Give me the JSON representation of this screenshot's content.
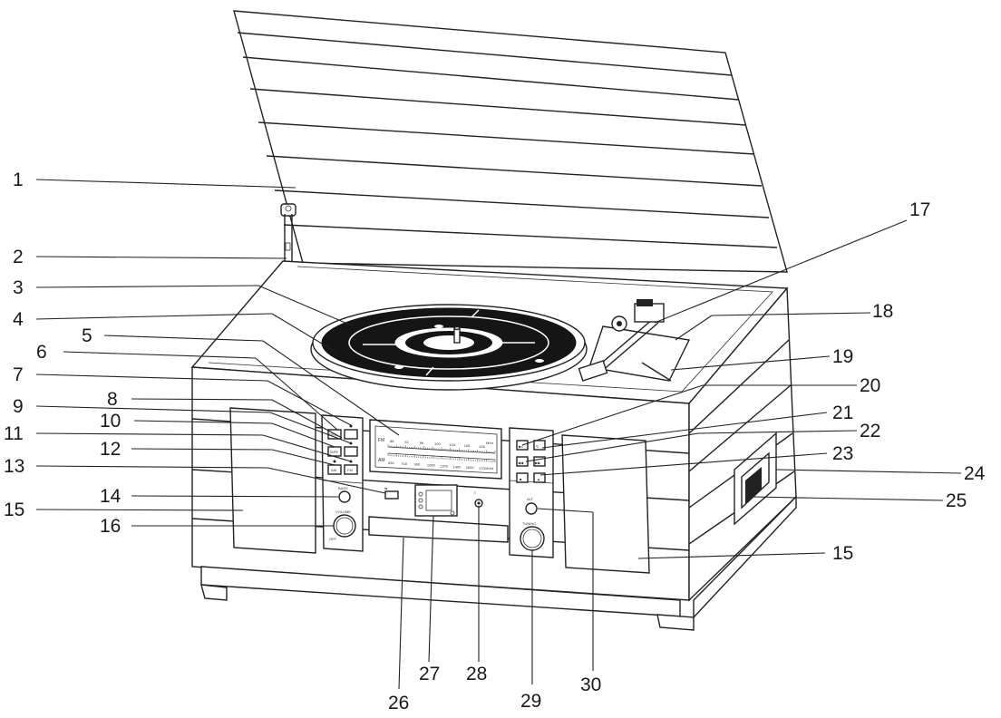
{
  "callouts": [
    {
      "id": "1",
      "label": "1"
    },
    {
      "id": "2",
      "label": "2"
    },
    {
      "id": "3",
      "label": "3"
    },
    {
      "id": "4",
      "label": "4"
    },
    {
      "id": "5",
      "label": "5"
    },
    {
      "id": "6",
      "label": "6"
    },
    {
      "id": "7",
      "label": "7"
    },
    {
      "id": "8",
      "label": "8"
    },
    {
      "id": "9",
      "label": "9"
    },
    {
      "id": "10",
      "label": "10"
    },
    {
      "id": "11",
      "label": "11"
    },
    {
      "id": "12",
      "label": "12"
    },
    {
      "id": "13",
      "label": "13"
    },
    {
      "id": "14",
      "label": "14"
    },
    {
      "id": "15a",
      "label": "15"
    },
    {
      "id": "15b",
      "label": "15"
    },
    {
      "id": "16",
      "label": "16"
    },
    {
      "id": "17",
      "label": "17"
    },
    {
      "id": "18",
      "label": "18"
    },
    {
      "id": "19",
      "label": "19"
    },
    {
      "id": "20",
      "label": "20"
    },
    {
      "id": "21",
      "label": "21"
    },
    {
      "id": "22",
      "label": "22"
    },
    {
      "id": "23",
      "label": "23"
    },
    {
      "id": "24",
      "label": "24"
    },
    {
      "id": "25",
      "label": "25"
    },
    {
      "id": "26",
      "label": "26"
    },
    {
      "id": "27",
      "label": "27"
    },
    {
      "id": "28",
      "label": "28"
    },
    {
      "id": "29",
      "label": "29"
    },
    {
      "id": "30",
      "label": "30"
    }
  ],
  "panel": {
    "rec": "REC.",
    "tape": "TAPE",
    "am": "AM",
    "fm": "FM",
    "bass": "BASS",
    "volume": "VOLUME",
    "off": "OFF",
    "tuning": "TUNING",
    "alt": "ALT"
  },
  "dial": {
    "fm_band": "FM",
    "am_band": "AM",
    "fm_scale": [
      "88",
      "92",
      "96",
      "100",
      "104",
      "106",
      "108"
    ],
    "fm_unit": "MHz",
    "am_scale": [
      "530",
      "700",
      "900",
      "1050",
      "1200",
      "1400",
      "1600",
      "1700"
    ],
    "am_unit": "KHz"
  },
  "colors": {
    "line": "#222222",
    "background": "#ffffff",
    "record": "#151515"
  }
}
